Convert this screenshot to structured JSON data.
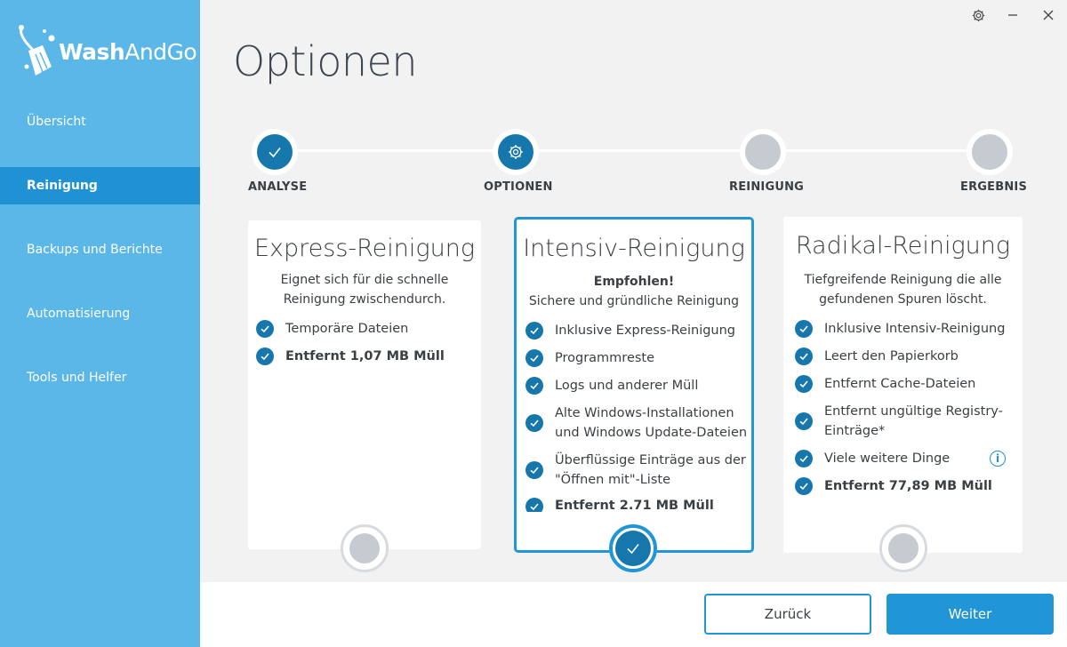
{
  "app": {
    "logo_wash": "Wash",
    "logo_andgo": "AndGo"
  },
  "sidebar": {
    "items": [
      {
        "label": "Übersicht",
        "active": false
      },
      {
        "label": "Reinigung",
        "active": true
      },
      {
        "label": "Backups und Berichte",
        "active": false
      },
      {
        "label": "Automatisierung",
        "active": false
      },
      {
        "label": "Tools und Helfer",
        "active": false
      }
    ]
  },
  "page": {
    "title": "Optionen"
  },
  "steps": [
    {
      "label": "ANALYSE",
      "state": "done"
    },
    {
      "label": "OPTIONEN",
      "state": "current"
    },
    {
      "label": "REINIGUNG",
      "state": "todo"
    },
    {
      "label": "ERGEBNIS",
      "state": "todo"
    }
  ],
  "cards": [
    {
      "title": "Express-Reinigung",
      "recommended": "",
      "desc_line1": "Eignet sich für die schnelle",
      "desc_line2": "Reinigung zwischendurch.",
      "features": [
        "Temporäre Dateien"
      ],
      "result": "Entfernt 1,07 MB Müll",
      "selected": false
    },
    {
      "title": "Intensiv-Reinigung",
      "recommended": "Empfohlen!",
      "desc_line1": "Sichere und gründliche Reinigung",
      "desc_line2": "",
      "features": [
        "Inklusive Express-Reinigung",
        "Programmreste",
        "Logs und anderer Müll",
        "Alte Windows-Installationen",
        "und Windows Update-Dateien",
        "Überflüssige Einträge aus der",
        "\"Öffnen mit\"-Liste"
      ],
      "result": "Entfernt 2.71 MB Müll",
      "selected": true
    },
    {
      "title": "Radikal-Reinigung",
      "recommended": "",
      "desc_line1": "Tiefgreifende Reinigung die alle",
      "desc_line2": "gefundenen Spuren löscht.",
      "features": [
        "Inklusive Intensiv-Reinigung",
        "Leert den Papierkorb",
        "Entfernt Cache-Dateien",
        "Entfernt ungültige Registry-",
        "Einträge*",
        "Viele weitere Dinge"
      ],
      "result": "Entfernt 77,89 MB Müll",
      "selected": false
    }
  ],
  "buttons": {
    "back": "Zurück",
    "next": "Weiter"
  },
  "info_glyph": "i",
  "colors": {
    "sidebar": "#5ab7e7",
    "sidebar_active": "#1e92d2",
    "accent": "#2196d6",
    "check": "#1677ad",
    "inactive": "#c5cbd1"
  }
}
